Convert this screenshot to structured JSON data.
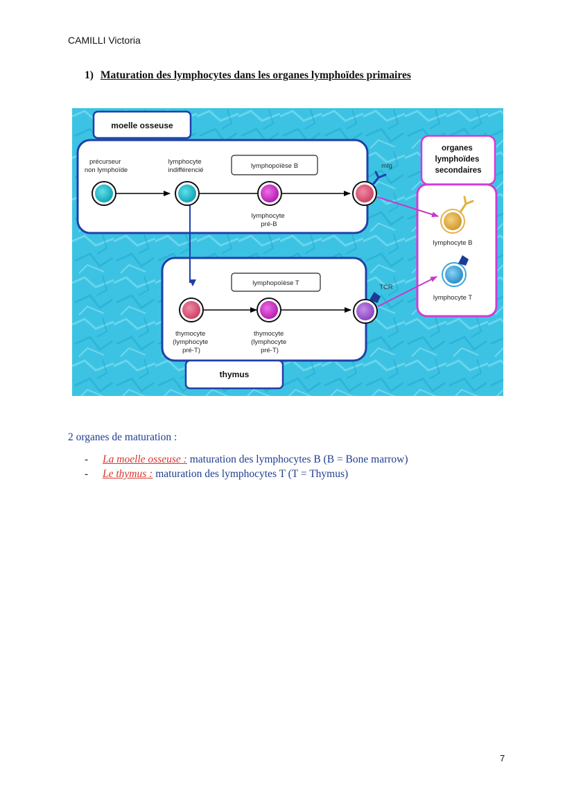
{
  "header": {
    "author": "CAMILLI Victoria"
  },
  "section": {
    "number": "1)",
    "title": "Maturation des lymphocytes dans les organes lymphoïdes primaires"
  },
  "diagram": {
    "bone_marrow_label": "moelle osseuse",
    "thymus_label": "thymus",
    "secondary_organs_label": [
      "organes",
      "lymphoïdes",
      "secondaires"
    ],
    "precursor_label": [
      "précurseur",
      "non lymphoïde"
    ],
    "undiff_label": [
      "lymphocyte",
      "indifférencié"
    ],
    "lymphopoiesis_b": "lymphopoïèse B",
    "pre_b_label": [
      "lymphocyte",
      "pré-B"
    ],
    "mig_label": "mIg",
    "lymphopoiesis_t": "lymphopoïèse T",
    "tcr_label": "TCR",
    "thymocyte1_label": [
      "thymocyte",
      "(lymphocyte",
      "pré-T)"
    ],
    "thymocyte2_label": [
      "thymocyte",
      "(lymphocyte",
      "pré-T)"
    ],
    "lymphocyte_b_label": "lymphocyte B",
    "lymphocyte_t_label": "lymphocyte T",
    "colors": {
      "background": "#3cc3e3",
      "box_border": "#1f3fa8",
      "secondary_border": "#d33ad6",
      "arrow_magenta": "#c738c9",
      "cell_cyan": "#22b5c4",
      "cell_magenta": "#cf3ac9",
      "cell_pink": "#dc5a7c",
      "cell_purple": "#9e5ccf",
      "cell_gold": "#e3b24a",
      "cell_blue": "#3aa6dc",
      "receptor_b": "#e1b23c",
      "receptor_t": "#1b3c96"
    }
  },
  "body": {
    "intro": "2 organes de maturation :",
    "items": [
      {
        "dash": "-",
        "term": "La moelle osseuse :",
        "text": " maturation des lymphocytes B (B = Bone marrow)"
      },
      {
        "dash": "-",
        "term": "Le thymus :",
        "text": " maturation des lymphocytes T (T = Thymus)"
      }
    ]
  },
  "footer": {
    "page_number": "7"
  }
}
